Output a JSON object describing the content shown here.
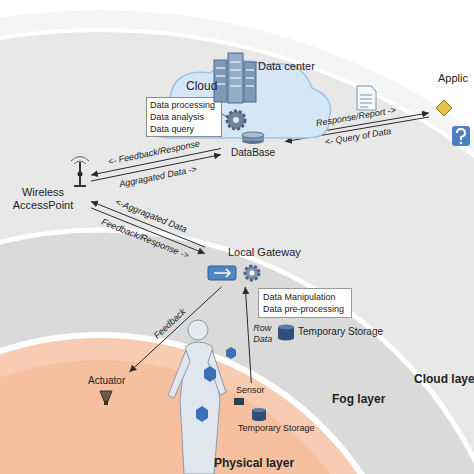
{
  "diagram": {
    "nodes": [
      {
        "text": [
          "Cloud",
          "Data center"
        ]
      },
      {
        "text": [
          "Data processing",
          "Data analysis",
          "Data query"
        ],
        "in": 0
      },
      {
        "text": [
          "DataBase"
        ]
      },
      {
        "text": [
          "Applic"
        ]
      },
      {
        "text": [
          "Wireless AccessPoint"
        ]
      },
      {
        "text": [
          "Local Gateway"
        ]
      },
      {
        "text": [
          "Data Manipulation",
          "Data pre-processing"
        ]
      },
      {
        "text": [
          "Temporary Storage"
        ]
      },
      {
        "text": [
          "Actuator"
        ]
      },
      {
        "text": [
          "Sensor"
        ]
      },
      {
        "text": [
          "Temporary Storage"
        ]
      }
    ],
    "edges": [
      {
        "from": 2,
        "to": 3,
        "label": "Response/Report ->",
        "arrow": "to"
      },
      {
        "from": 3,
        "to": 2,
        "label": "<- Query of Data",
        "arrow": "to"
      },
      {
        "from": 2,
        "to": 4,
        "label": "<- Feedback/Response",
        "arrow": "to"
      },
      {
        "from": 4,
        "to": 2,
        "label": "Aggragated Data ->",
        "arrow": "to"
      },
      {
        "from": 5,
        "to": 4,
        "label": "<-Aggragated Data",
        "arrow": "to"
      },
      {
        "from": 4,
        "to": 5,
        "label": "Feedback/Response ->",
        "arrow": "to"
      },
      {
        "from": 5,
        "to": 8,
        "label": "Feedback",
        "arrow": "to"
      },
      {
        "from": 9,
        "to": 5,
        "label": "Row Data",
        "arrow": "to"
      }
    ],
    "labels": [
      "Cloud laye",
      "Fog layer",
      "Physical layer"
    ]
  }
}
